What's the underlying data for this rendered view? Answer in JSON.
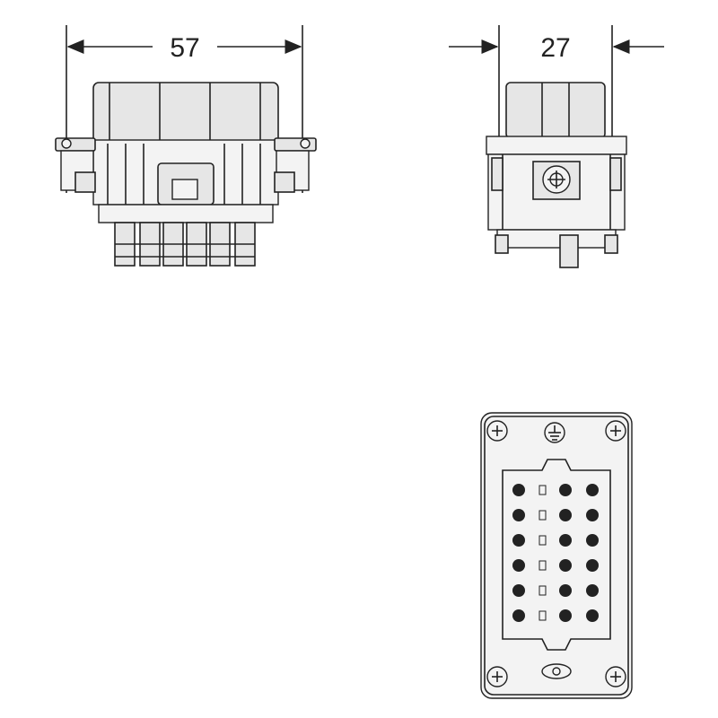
{
  "dimensions": {
    "width_label": "57",
    "depth_label": "27"
  },
  "pin_layout": {
    "rows": 6,
    "columns": 4
  },
  "colors": {
    "line": "#222222",
    "body_fill": "#e6e6e6",
    "light_fill": "#f3f3f3"
  }
}
